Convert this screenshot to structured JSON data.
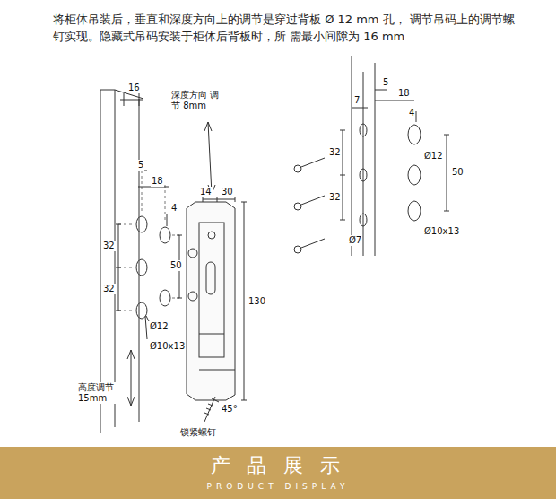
{
  "diagram": {
    "nodes": [
      {
        "text": [
          "产 品 展 示",
          "PRODUCT DISPLAY"
        ]
      }
    ],
    "labels": [
      "将柜体吊装后，垂直和深度方向上的调节是穿过背板 Ø 12 mm 孔， 调节吊码上的调节螺钉实现。隐藏式吊码安装于柜体后背板时，所 需最小间隙为 16 mm",
      "16",
      "深度方向 调节 8mm",
      "5",
      "18",
      "4",
      "32",
      "32",
      "50",
      "Ø12",
      "Ø10x13",
      "14",
      "30",
      "130",
      "高度调节 15mm",
      "45°",
      "锁紧螺钉",
      "7",
      "5",
      "18",
      "4",
      "32",
      "32",
      "50",
      "Ø12",
      "Ø7",
      "Ø10x13"
    ]
  }
}
